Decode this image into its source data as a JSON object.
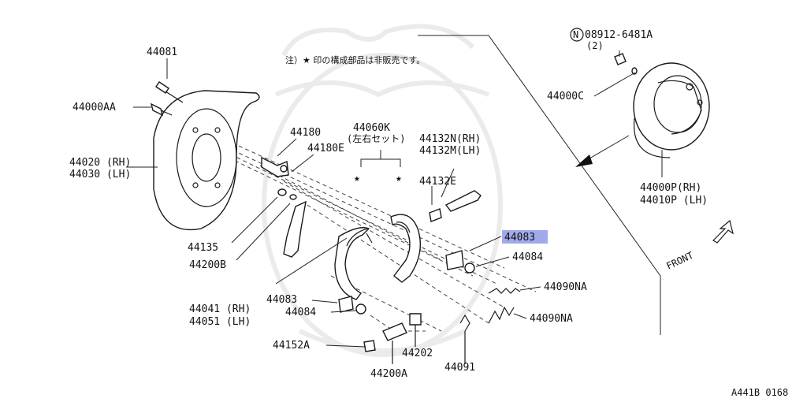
{
  "note": "注）★ 印の構成部品は非販売です。",
  "figure_code": "A441B 0168",
  "direction_label": "FRONT",
  "highlighted_part": "44083",
  "labels": {
    "p44081": "44081",
    "p44000AA": "44000AA",
    "p44020": "44020 (RH)",
    "p44030": "44030 (LH)",
    "p44180": "44180",
    "p44180E": "44180E",
    "p44060K": "44060K",
    "p44060K_sub": "(左右セット)",
    "p44132N": "44132N(RH)",
    "p44132M": "44132M(LH)",
    "p44132E": "44132E",
    "p44135": "44135",
    "p44200B": "44200B",
    "p44083_hl": "44083",
    "p44084_r": "44084",
    "p44090NA_1": "44090NA",
    "p44090NA_2": "44090NA",
    "p44041": "44041 (RH)",
    "p44051": "44051 (LH)",
    "p44083_l": "44083",
    "p44084_l": "44084",
    "p44152A": "44152A",
    "p44202": "44202",
    "p44200A": "44200A",
    "p44091": "44091",
    "p08912": "08912-6481A",
    "p08912_qty": "(2)",
    "p44000C": "44000C",
    "p44000P": "44000P(RH)",
    "p44010P": "44010P (LH)"
  }
}
